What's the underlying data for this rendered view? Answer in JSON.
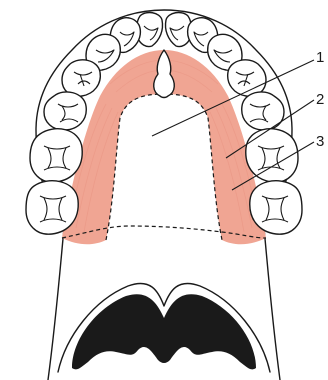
{
  "colors": {
    "mucosa": "#f0a593",
    "mucosa_line": "#e48a78",
    "outline": "#1a1a1a",
    "background": "#ffffff",
    "dark_region": "#1a1a1a"
  },
  "callouts": [
    {
      "id": "1",
      "label": "1"
    },
    {
      "id": "2",
      "label": "2"
    },
    {
      "id": "3",
      "label": "3"
    }
  ]
}
